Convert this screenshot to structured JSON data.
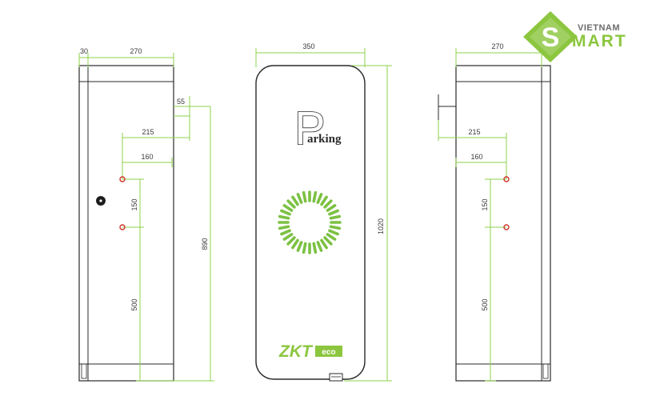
{
  "brand": {
    "top": "VIETNAM",
    "word": "MART",
    "letter_s": "S",
    "color": "#8cc63f"
  },
  "colors": {
    "dimension": "#8ed14b",
    "outline": "#2a2a2a",
    "fixture": "#d0342c"
  },
  "panel": {
    "parking_p": "P",
    "parking_rest": "arking",
    "maker": "ZKT",
    "maker_tail": "eco"
  },
  "dimensions": {
    "left": {
      "d30": "30",
      "d270": "270",
      "d55": "55",
      "d215": "215",
      "d160": "160",
      "d150": "150",
      "d890": "890",
      "d500": "500"
    },
    "front": {
      "d350": "350",
      "d1020": "1020"
    },
    "right": {
      "d270": "270",
      "d215": "215",
      "d160": "160",
      "d150": "150",
      "d500": "500"
    }
  }
}
